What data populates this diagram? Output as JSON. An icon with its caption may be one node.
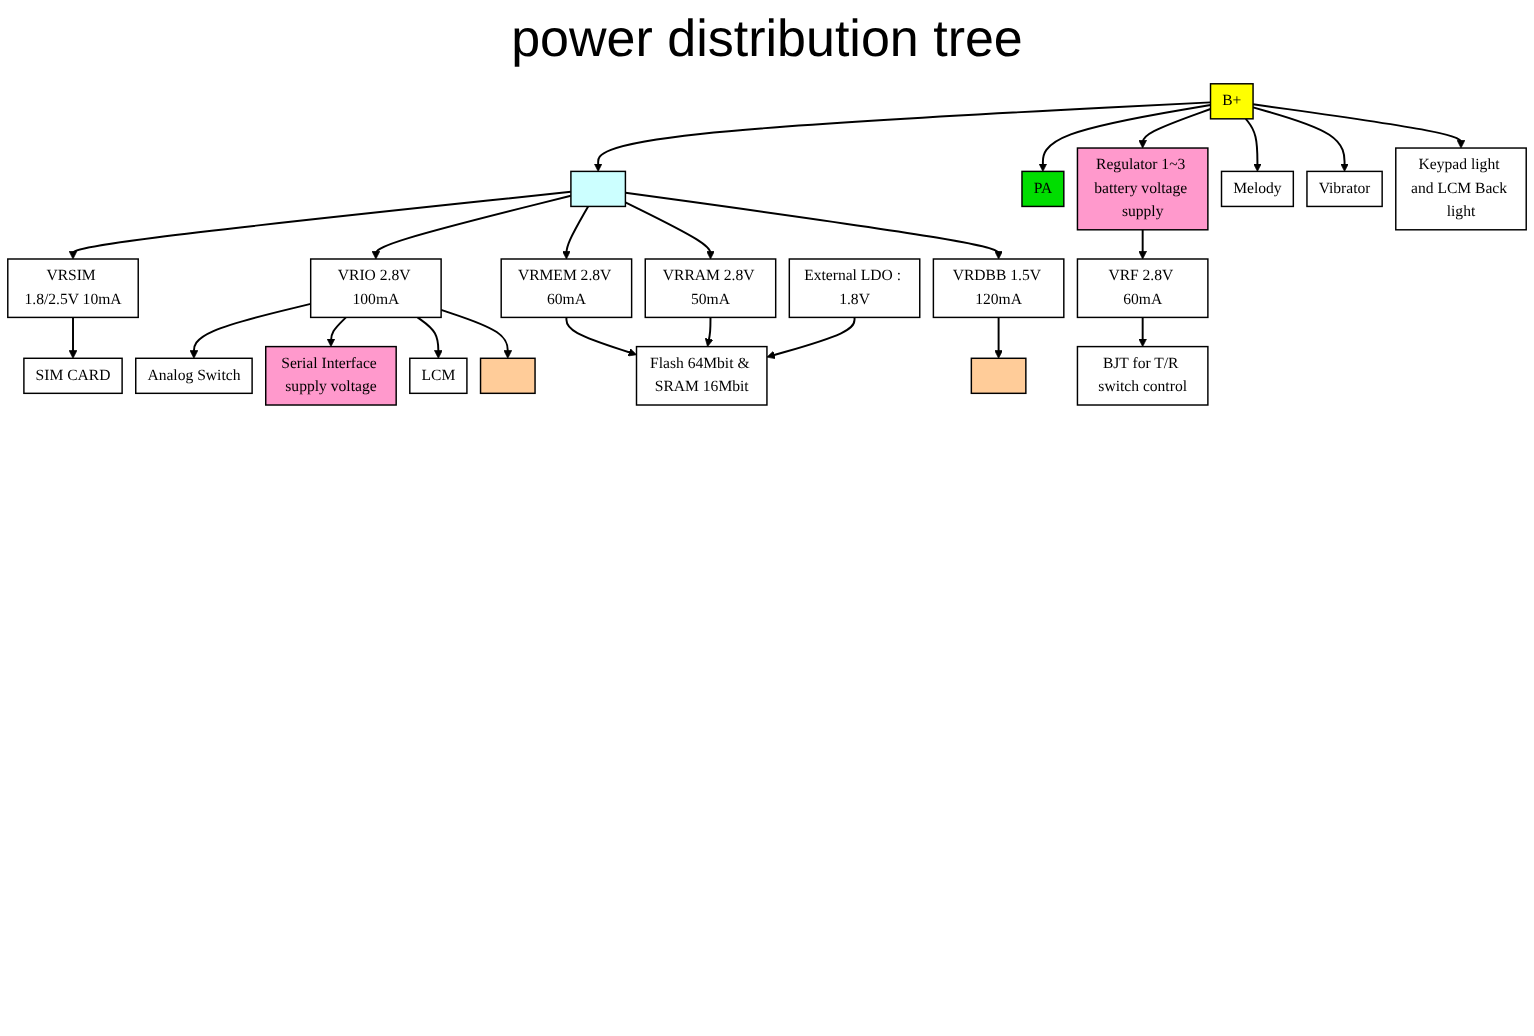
{
  "diagram": {
    "title": "power distribution tree",
    "nodes": [
      {
        "text": [
          "B+"
        ]
      },
      {
        "text": [],
        "shape": "box"
      },
      {
        "text": [
          "PA"
        ]
      },
      {
        "text": [
          "Regulator 1~3 battery voltage supply"
        ]
      },
      {
        "text": [
          "Melody"
        ]
      },
      {
        "text": [
          "Vibrator"
        ]
      },
      {
        "text": [
          "Keypad light and LCM Back light"
        ]
      },
      {
        "text": [
          "VRSIM 1.8/2.5V 10mA"
        ]
      },
      {
        "text": [
          "VRIO 2.8V 100mA"
        ]
      },
      {
        "text": [
          "VRMEM 2.8V 60mA"
        ]
      },
      {
        "text": [
          "VRRAM 2.8V 50mA"
        ]
      },
      {
        "text": [
          "VRDBB 1.5V 120mA"
        ]
      },
      {
        "text": [
          "VRF 2.8V 60mA"
        ]
      },
      {
        "text": [
          "SIM CARD"
        ]
      },
      {
        "text": [
          "Flash 64Mbit & SRAM 16Mbit"
        ]
      },
      {
        "text": [
          "External LDO : 1.8V"
        ]
      },
      {
        "text": [],
        "shape": "box"
      },
      {
        "text": [
          "BJT for T/R switch control"
        ]
      },
      {
        "text": [
          "Analog Switch"
        ]
      },
      {
        "text": [
          "Serial Interface supply voltage"
        ]
      },
      {
        "text": [
          "LCM"
        ]
      },
      {
        "text": [],
        "shape": "box"
      }
    ],
    "edges": [
      {
        "from": 0,
        "to": 1,
        "arrow": "to"
      },
      {
        "from": 0,
        "to": 2,
        "arrow": "to"
      },
      {
        "from": 0,
        "to": 3,
        "arrow": "to"
      },
      {
        "from": 0,
        "to": 4,
        "arrow": "to"
      },
      {
        "from": 0,
        "to": 5,
        "arrow": "to"
      },
      {
        "from": 0,
        "to": 6,
        "arrow": "to"
      },
      {
        "from": 1,
        "to": 7,
        "arrow": "to"
      },
      {
        "from": 1,
        "to": 8,
        "arrow": "to"
      },
      {
        "from": 1,
        "to": 9,
        "arrow": "to"
      },
      {
        "from": 1,
        "to": 10,
        "arrow": "to"
      },
      {
        "from": 1,
        "to": 11,
        "arrow": "to"
      },
      {
        "from": 3,
        "to": 12,
        "arrow": "to"
      },
      {
        "from": 7,
        "to": 13,
        "arrow": "to"
      },
      {
        "from": 9,
        "to": 14,
        "arrow": "to"
      },
      {
        "from": 10,
        "to": 14,
        "arrow": "to"
      },
      {
        "from": 15,
        "to": 14,
        "arrow": "to"
      },
      {
        "from": 11,
        "to": 16,
        "arrow": "to"
      },
      {
        "from": 12,
        "to": 17,
        "arrow": "to"
      },
      {
        "from": 8,
        "to": 18,
        "arrow": "to"
      },
      {
        "from": 8,
        "to": 19,
        "arrow": "to"
      },
      {
        "from": 8,
        "to": 20,
        "arrow": "to"
      },
      {
        "from": 8,
        "to": 21,
        "arrow": "to"
      }
    ]
  }
}
